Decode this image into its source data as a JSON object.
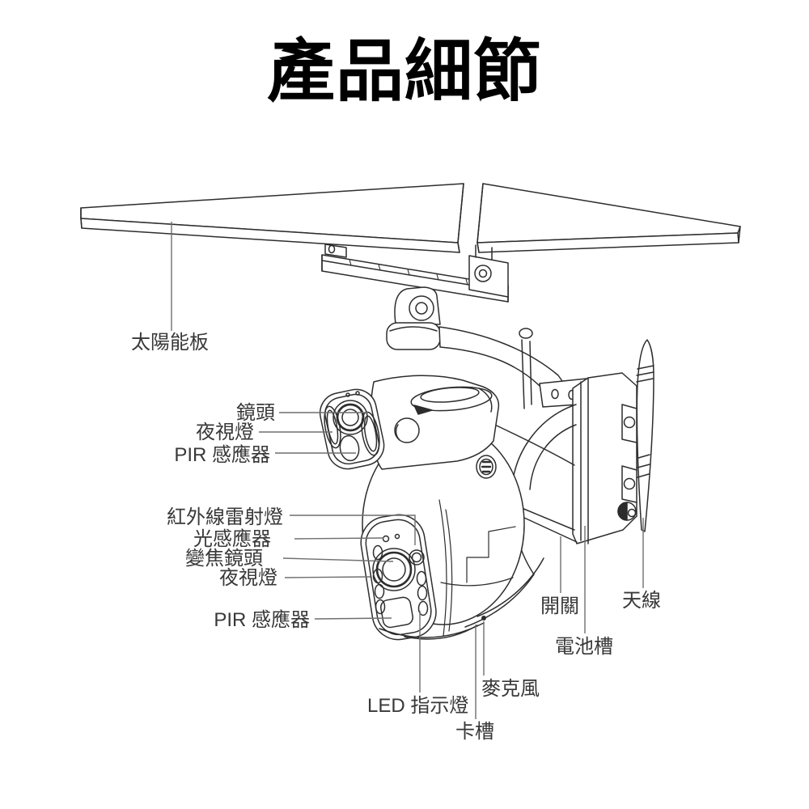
{
  "title": "產品細節",
  "colors": {
    "title": "#000000",
    "label_text": "#383838",
    "line_art": "#2d2d2d",
    "leader_line": "#6f6f6f",
    "background": "#ffffff"
  },
  "diagram": {
    "labels": {
      "solar_panel": "太陽能板",
      "lens": "鏡頭",
      "night_vision_top": "夜視燈",
      "pir_sensor_top": "PIR 感應器",
      "ir_laser": "紅外線雷射燈",
      "light_sensor": "光感應器",
      "zoom_lens": "變焦鏡頭",
      "night_vision_bottom": "夜視燈",
      "pir_sensor_bottom": "PIR 感應器",
      "led_indicator": "LED 指示燈",
      "card_slot": "卡槽",
      "microphone": "麥克風",
      "battery_slot": "電池槽",
      "power_switch": "開關",
      "antenna": "天線"
    }
  }
}
